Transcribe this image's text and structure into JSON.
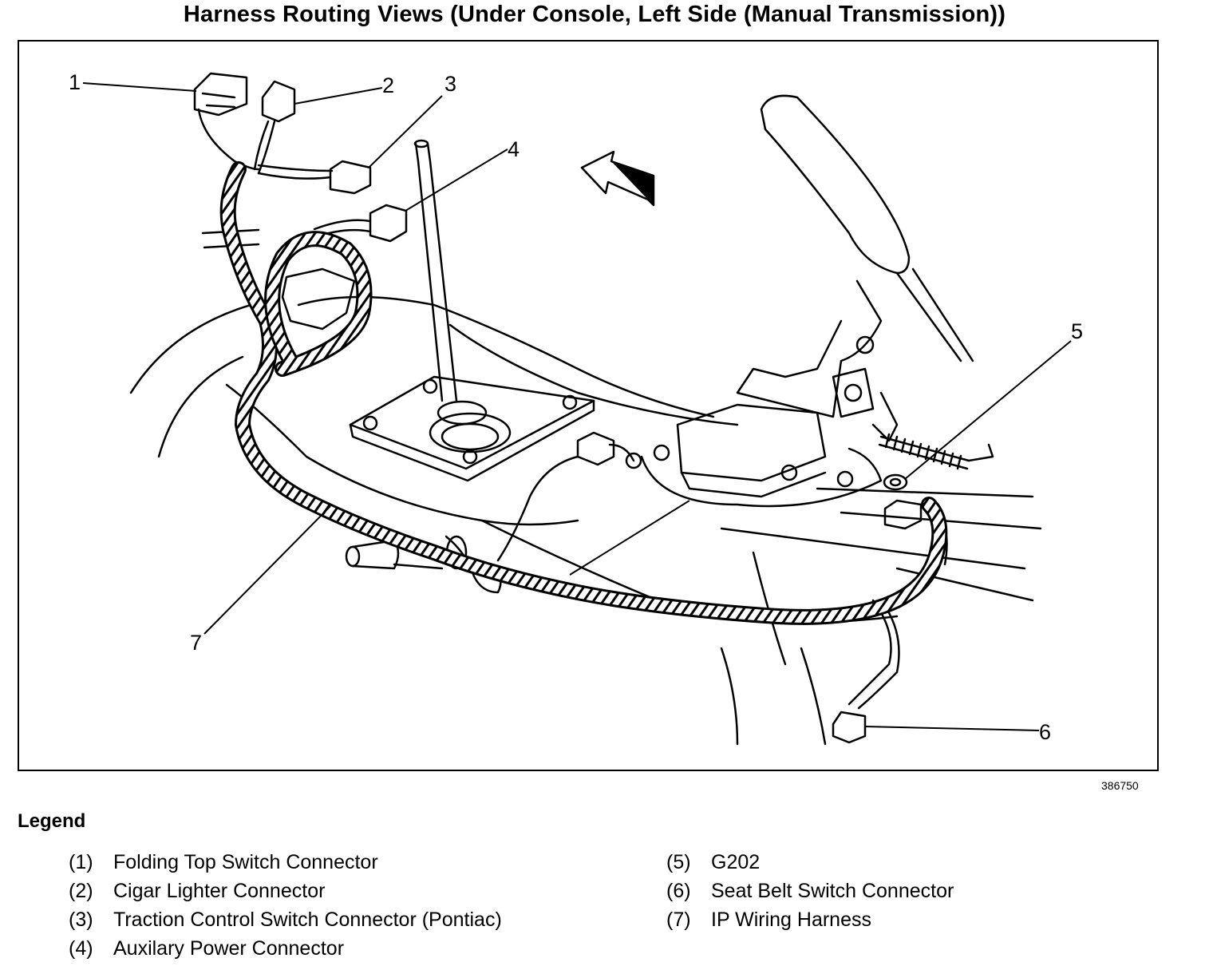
{
  "title": "Harness Routing Views (Under Console, Left Side (Manual Transmission))",
  "figure_number": "386750",
  "callouts": [
    "1",
    "2",
    "3",
    "4",
    "5",
    "6",
    "7"
  ],
  "legend": {
    "heading": "Legend",
    "left": [
      {
        "num": "(1)",
        "label": "Folding Top Switch Connector"
      },
      {
        "num": "(2)",
        "label": "Cigar Lighter Connector"
      },
      {
        "num": "(3)",
        "label": "Traction Control Switch Connector (Pontiac)"
      },
      {
        "num": "(4)",
        "label": "Auxilary Power Connector"
      }
    ],
    "right": [
      {
        "num": "(5)",
        "label": "G202"
      },
      {
        "num": "(6)",
        "label": "Seat Belt Switch Connector"
      },
      {
        "num": "(7)",
        "label": "IP Wiring Harness"
      }
    ]
  }
}
